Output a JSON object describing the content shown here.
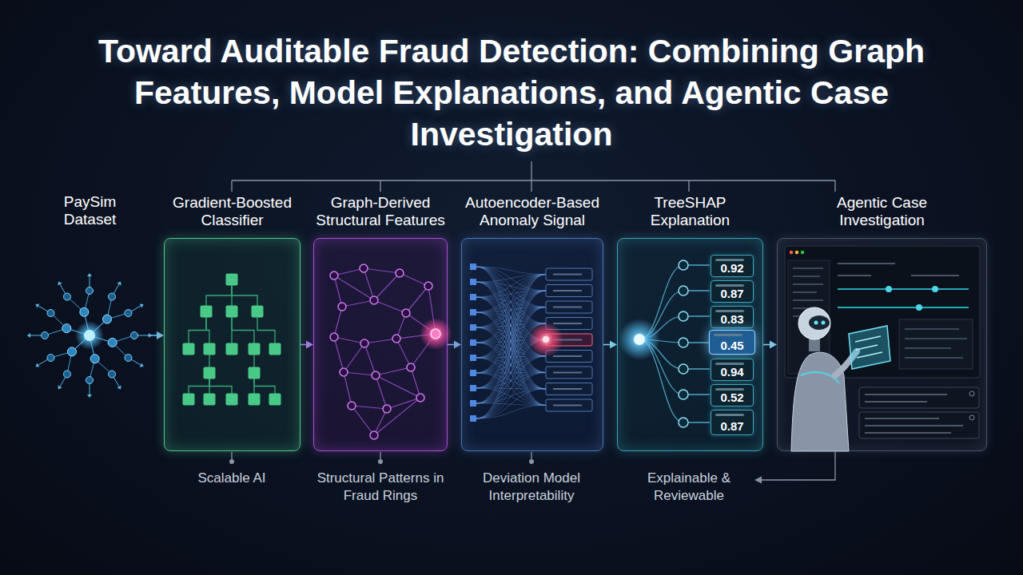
{
  "diagram": {
    "title": "Toward Auditable Fraud Detection: Combining Graph Features, Model Explanations, and Agentic Case Investigation",
    "nodes": [
      {
        "text": [
          "PaySim Dataset"
        ]
      },
      {
        "text": [
          "Gradient-Boosted Classifier"
        ]
      },
      {
        "text": [
          "Graph-Derived Structural Features"
        ]
      },
      {
        "text": [
          "Autoencoder-Based Anomaly Signal"
        ]
      },
      {
        "text": [
          "TreeSHAP Explanation"
        ]
      },
      {
        "text": [
          "0.92"
        ],
        "in": 4
      },
      {
        "text": [
          "0.87"
        ],
        "in": 4
      },
      {
        "text": [
          "0.83"
        ],
        "in": 4
      },
      {
        "text": [
          "0.45"
        ],
        "in": 4
      },
      {
        "text": [
          "0.94"
        ],
        "in": 4
      },
      {
        "text": [
          "0.52"
        ],
        "in": 4
      },
      {
        "text": [
          "0.87"
        ],
        "in": 4
      },
      {
        "text": [
          "Agentic Case Investigation"
        ]
      }
    ],
    "edges": [
      {
        "from": 0,
        "to": 1,
        "arrow": "to"
      },
      {
        "from": 1,
        "to": 2,
        "arrow": "to"
      },
      {
        "from": 2,
        "to": 3,
        "arrow": "to"
      },
      {
        "from": 3,
        "to": 4,
        "arrow": "to"
      },
      {
        "from": 4,
        "to": 12,
        "arrow": "to"
      }
    ],
    "labels": [
      "Scalable AI",
      "Structural Patterns in Fraud Rings",
      "Deviation Model Interpretability",
      "Explainable & Reviewable"
    ]
  }
}
